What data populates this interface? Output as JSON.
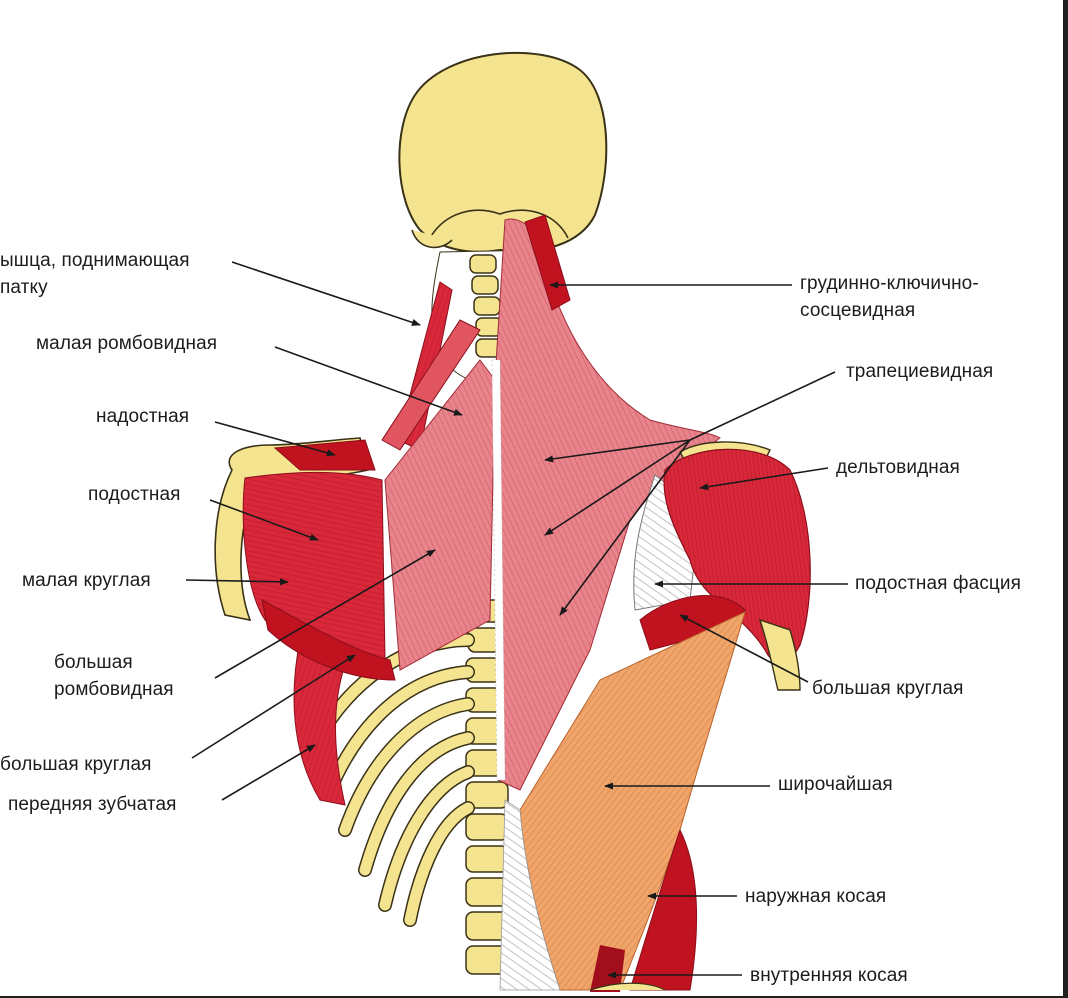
{
  "labels": {
    "levator_scapulae": [
      "ышца, поднимающая",
      "патку"
    ],
    "rhomboid_minor": "малая ромбовидная",
    "supraspinatus": "надостная",
    "infraspinatus": "подостная",
    "teres_minor": "малая круглая",
    "rhomboid_major": [
      "большая",
      "ромбовидная"
    ],
    "teres_major_left": "большая круглая",
    "serratus_anterior": "передняя зубчатая",
    "sternocleidomastoid": [
      "грудинно-ключично-",
      "сосцевидная"
    ],
    "trapezius": "трапециевидная",
    "deltoid": "дельтовидная",
    "infraspinous_fascia": "подостная фасция",
    "teres_major_right": "большая круглая",
    "latissimus_dorsi": "широчайшая",
    "external_oblique": "наружная косая",
    "internal_oblique": "внутренняя косая"
  },
  "colors": {
    "muscle_red": "#d8283a",
    "muscle_pink": "#e8848c",
    "muscle_dark": "#c1121f",
    "latissimus_orange": "#f0a56b",
    "bone": "#f4e48f",
    "bone_outline": "#3a3218",
    "leader_line": "#1a1a1a"
  }
}
